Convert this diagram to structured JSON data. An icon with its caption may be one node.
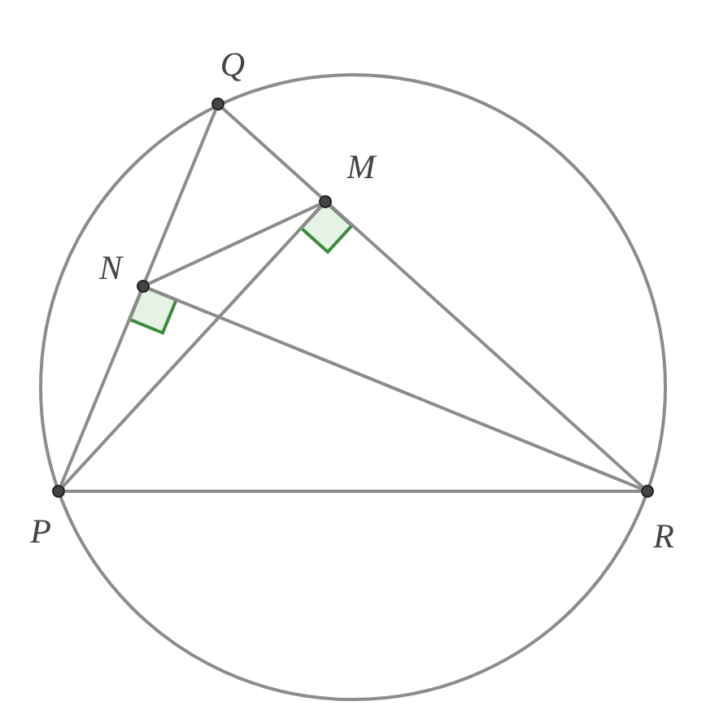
{
  "diagram": {
    "nodes": [
      {
        "text": [],
        "shape": "circle",
        "beside": [
          "Q"
        ]
      },
      {
        "text": [],
        "shape": "circle",
        "beside": [
          "M"
        ]
      },
      {
        "text": [],
        "shape": "circle",
        "beside": [
          "N"
        ]
      },
      {
        "text": [],
        "shape": "circle",
        "beside": [
          "P"
        ]
      },
      {
        "text": [],
        "shape": "circle",
        "beside": [
          "R"
        ]
      }
    ],
    "edges": [
      {
        "from": 3,
        "to": 0,
        "arrow": "none"
      },
      {
        "from": 0,
        "to": 4,
        "arrow": "none"
      },
      {
        "from": 3,
        "to": 4,
        "arrow": "none"
      },
      {
        "from": 3,
        "to": 1,
        "arrow": "none"
      },
      {
        "from": 2,
        "to": 1,
        "arrow": "none"
      },
      {
        "from": 2,
        "to": 4,
        "arrow": "none"
      }
    ]
  }
}
